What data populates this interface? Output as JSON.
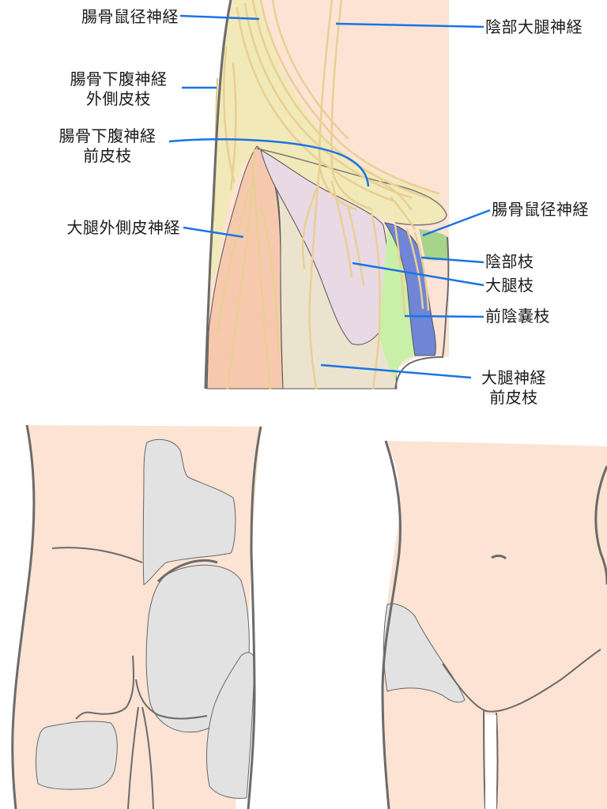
{
  "labels": {
    "iliofemoral_nerve_left": "腸骨鼠径神経",
    "genitofemoral_nerve": "陰部大腿神経",
    "iliohypogastric_lateral_line1": "腸骨下腹神経",
    "iliohypogastric_lateral_line2": "外側皮枝",
    "iliohypogastric_anterior_line1": "腸骨下腹神経",
    "iliohypogastric_anterior_line2": "前皮枝",
    "lateral_femoral_cutaneous": "大腿外側皮神経",
    "iliofemoral_nerve_right": "腸骨鼠径神経",
    "genital_branch": "陰部枝",
    "femoral_branch": "大腿枝",
    "anterior_scrotal_branch": "前陰嚢枝",
    "femoral_nerve_anterior_line1": "大腿神経",
    "femoral_nerve_anterior_line2": "前皮枝"
  },
  "colors": {
    "leader_line": "#1a73e8",
    "skin": "#fde3d3",
    "outline": "#6b6b6b",
    "nerve": "#e9cf93",
    "zone_iliohypogastric": "#f1e9b8",
    "zone_lateral_femoral": "#f6c9ae",
    "zone_femoral_branch": "#e9d9e4",
    "zone_femoral_anterior": "#ece3cf",
    "zone_anterior_scrotal": "#c9f0a8",
    "zone_genital": "#6f85d6",
    "zone_ilioinguinal": "#a8d38a",
    "highlight_gray": "#e2e2e2"
  }
}
